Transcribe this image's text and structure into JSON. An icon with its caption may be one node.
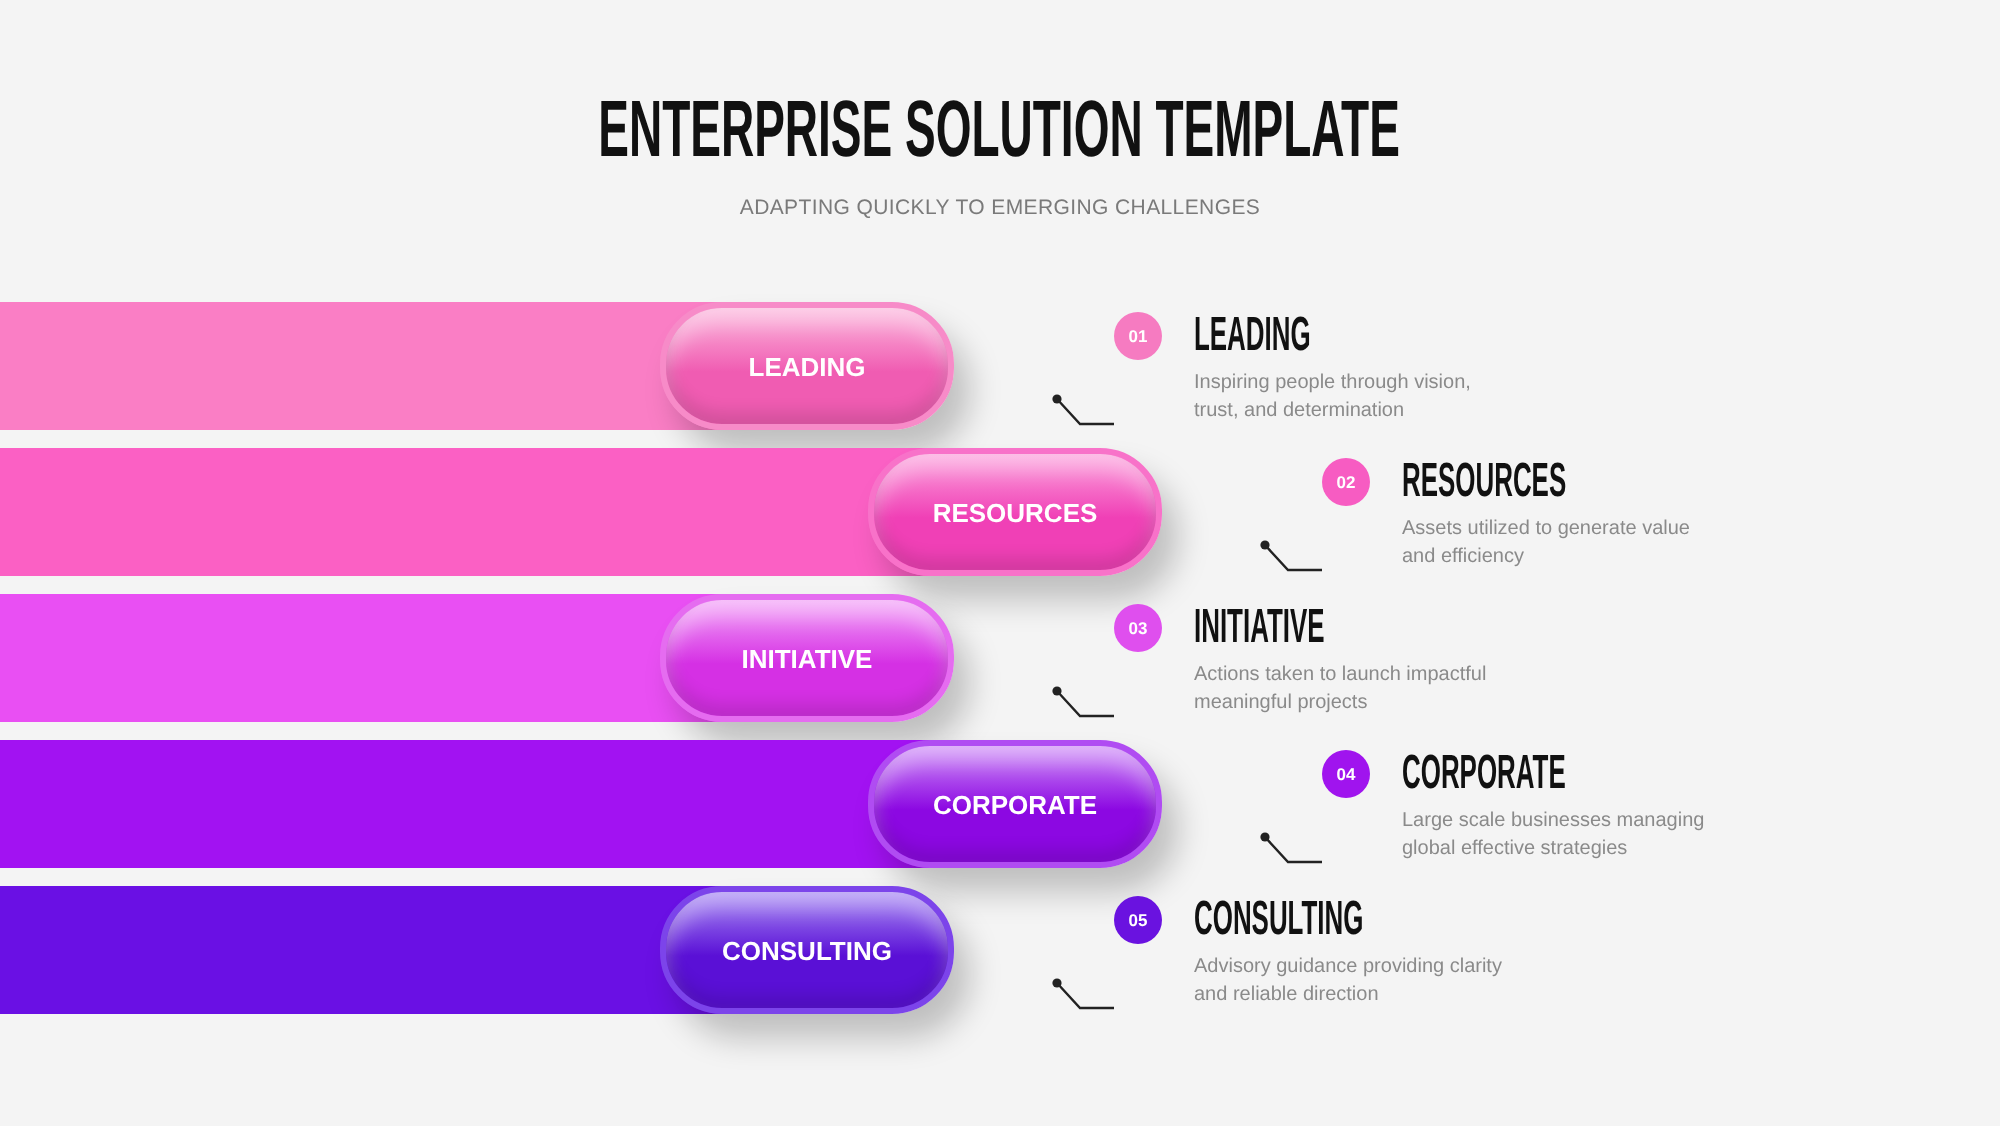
{
  "diagram": {
    "title": "ENTERPRISE SOLUTION TEMPLATE",
    "nodes": [
      {
        "text": [],
        "shape": "bar"
      },
      {
        "text": [
          "LEADING"
        ],
        "in": 0
      },
      {
        "text": [
          "01"
        ],
        "beside": [
          "LEADING",
          "Inspiring people through vision, trust, and determination"
        ]
      },
      {
        "text": [],
        "shape": "bar"
      },
      {
        "text": [
          "RESOURCES"
        ],
        "in": 3
      },
      {
        "text": [
          "02"
        ],
        "beside": [
          "RESOURCES",
          "Assets utilized to generate value and efficiency"
        ]
      },
      {
        "text": [],
        "shape": "bar"
      },
      {
        "text": [
          "INITIATIVE"
        ],
        "in": 6
      },
      {
        "text": [
          "03"
        ],
        "beside": [
          "INITIATIVE",
          "Actions taken to launch impactful meaningful projects"
        ]
      },
      {
        "text": [],
        "shape": "bar"
      },
      {
        "text": [
          "CORPORATE"
        ],
        "in": 9
      },
      {
        "text": [
          "04"
        ],
        "beside": [
          "CORPORATE",
          "Large scale businesses managing global effective strategies"
        ]
      },
      {
        "text": [],
        "shape": "bar"
      },
      {
        "text": [
          "CONSULTING"
        ],
        "in": 12
      },
      {
        "text": [
          "05"
        ],
        "beside": [
          "CONSULTING",
          "Advisory guidance providing clarity and reliable direction"
        ]
      }
    ],
    "labels": [
      "ADAPTING QUICKLY TO EMERGING CHALLENGES"
    ]
  }
}
